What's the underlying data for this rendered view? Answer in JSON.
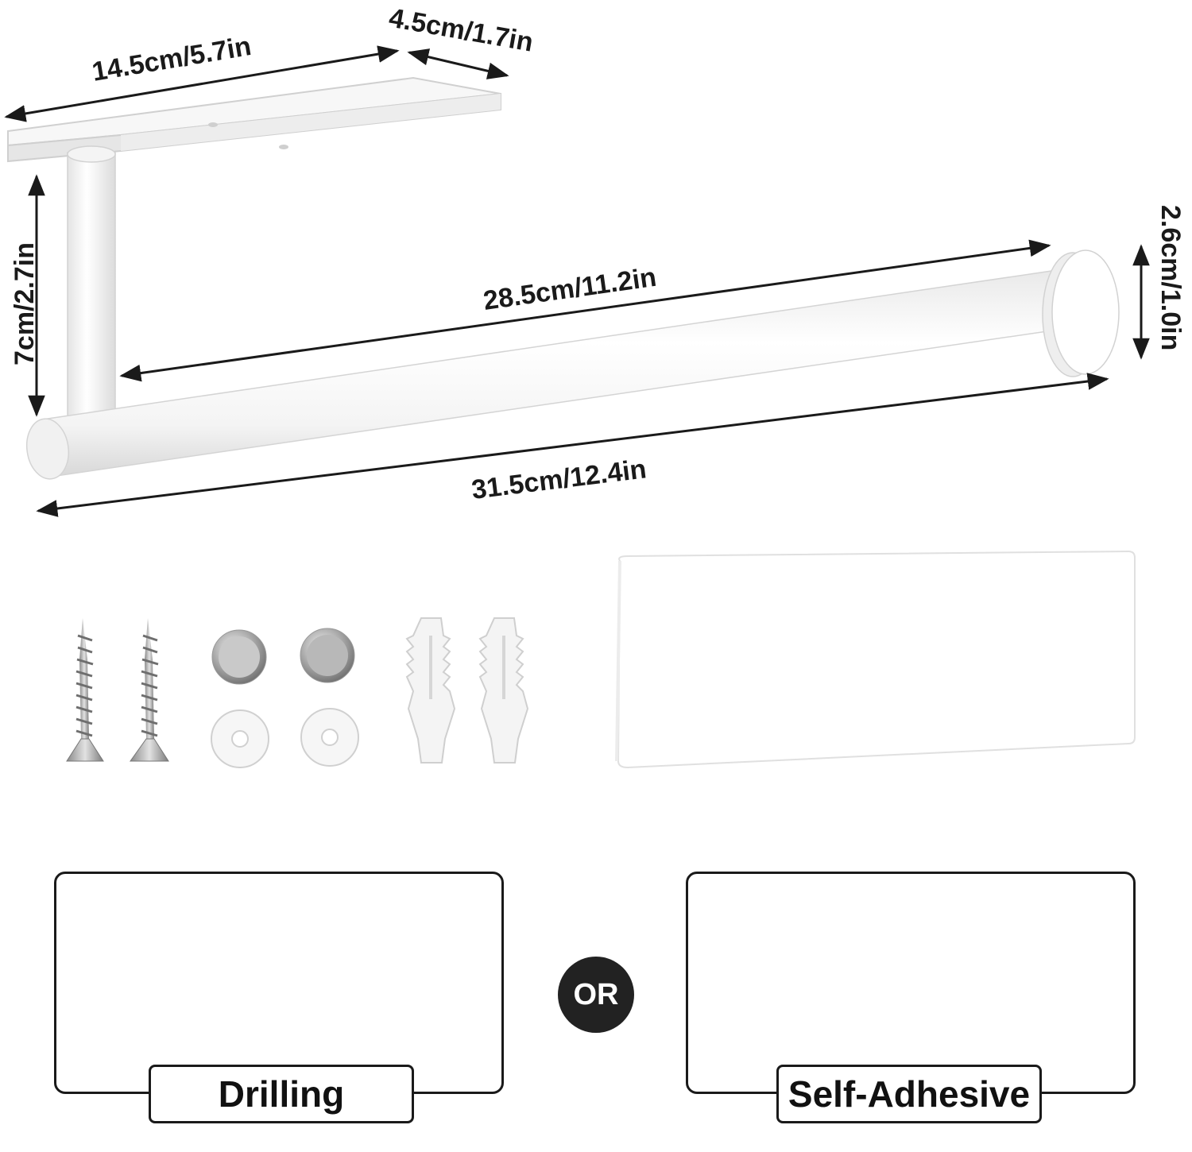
{
  "dimensions": {
    "base_length": "14.5cm/5.7in",
    "base_width": "4.5cm/1.7in",
    "height": "7cm/2.7in",
    "rod_length": "28.5cm/11.2in",
    "overall_length": "31.5cm/12.4in",
    "end_cap_diameter": "2.6cm/1.0in"
  },
  "install_options": {
    "drilling_label": "Drilling",
    "or_label": "OR",
    "adhesive_label": "Self-Adhesive"
  },
  "icons": {
    "screws": "screw-icon",
    "caps": "cover-cap-icon",
    "washers": "washer-icon",
    "anchors": "wall-anchor-icon",
    "pad": "adhesive-pad-icon",
    "hand": "peel-hand-icon"
  },
  "colors": {
    "text": "#1a1a1a",
    "product_white": "#ffffff",
    "badge": "#222222"
  }
}
